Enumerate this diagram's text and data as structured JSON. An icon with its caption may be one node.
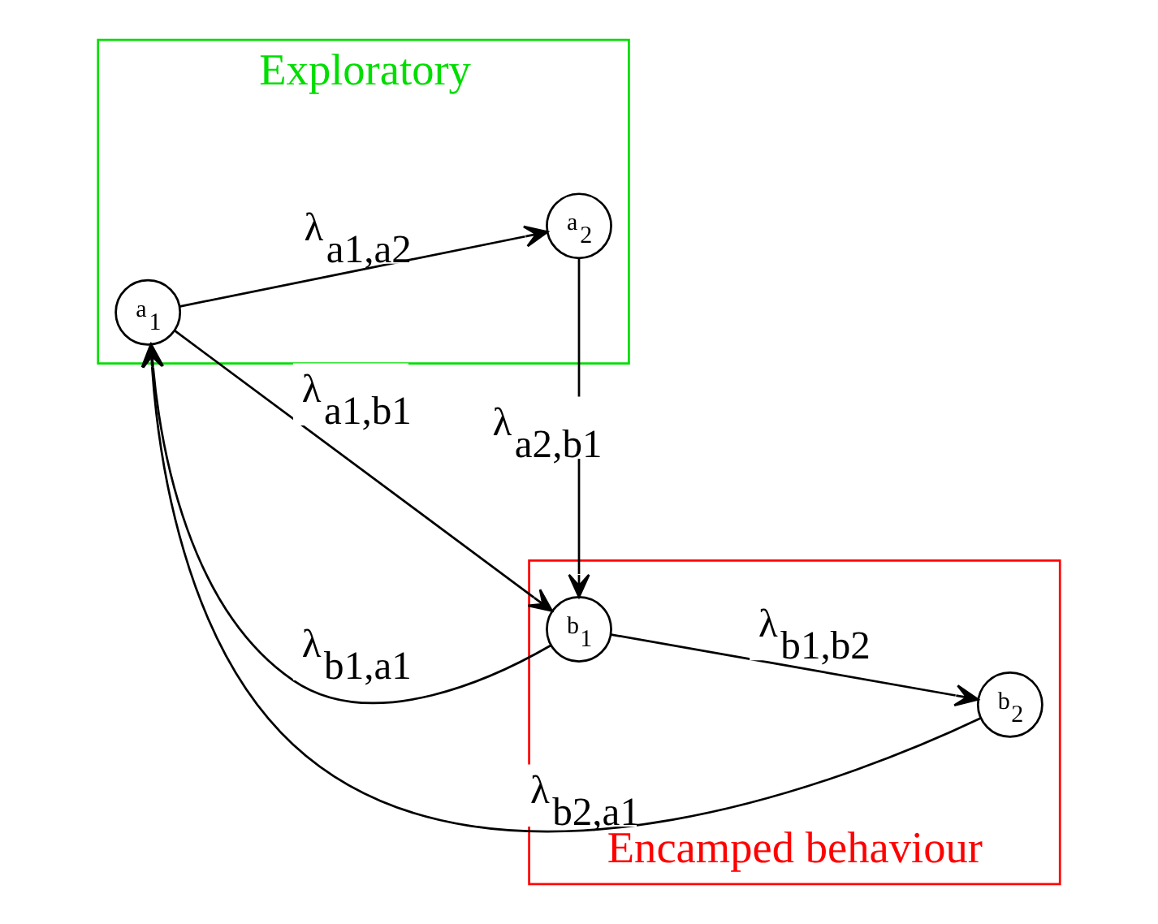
{
  "diagram": {
    "nodes": [
      {
        "text": [
          "Exploratory"
        ]
      },
      {
        "text": [
          "a$_{2}$"
        ],
        "in": 0
      },
      {
        "text": [
          "a$_{1}$"
        ],
        "in": 0
      },
      {
        "text": [
          "Encamped behaviour"
        ]
      },
      {
        "text": [
          "b$_{1}$"
        ],
        "in": 3
      },
      {
        "text": [
          "b$_{2}$"
        ],
        "in": 3
      }
    ],
    "edges": [
      {
        "from": 2,
        "to": 1,
        "arrow": "to",
        "label": "λ$_{a1,a2}$"
      },
      {
        "from": 1,
        "to": 4,
        "arrow": "to",
        "label": "λ$_{a2,b1}$"
      },
      {
        "from": 4,
        "to": 2,
        "arrow": "to",
        "label": "λ$_{b1,a1}$"
      },
      {
        "from": 2,
        "to": 4,
        "arrow": "to",
        "label": "λ$_{a1,b1}$"
      },
      {
        "from": 4,
        "to": 5,
        "arrow": "to",
        "label": "λ$_{b1,b2}$"
      },
      {
        "from": 5,
        "to": 2,
        "arrow": "to",
        "label": "λ$_{b2,a1}$"
      }
    ]
  }
}
